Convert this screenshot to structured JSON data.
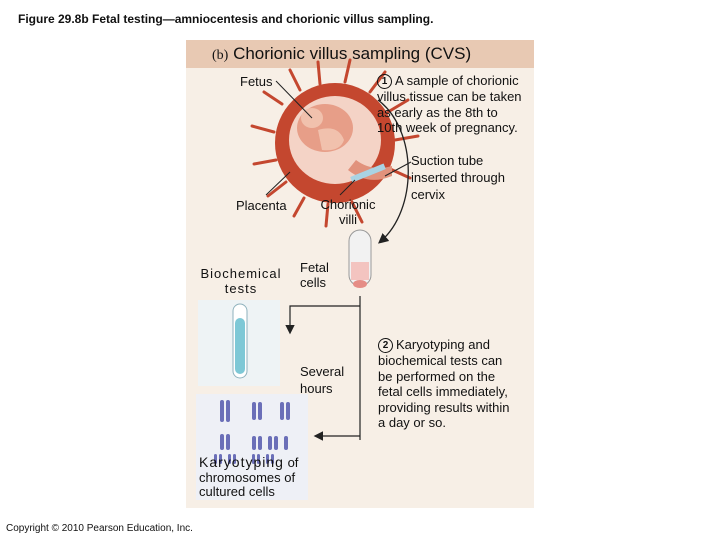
{
  "figure_title": "Figure 29.8b Fetal testing—amniocentesis and chorionic villus sampling.",
  "panel": {
    "tag": "(b)",
    "heading": "Chorionic villus sampling (CVS)"
  },
  "labels": {
    "fetus": "Fetus",
    "placenta": "Placenta",
    "chorionic_villi": "Chorionic villi",
    "suction_tube": "Suction tube inserted through cervix",
    "biochemical_tests": "Biochemical tests",
    "fetal_cells": "Fetal cells",
    "several_hours": "Several hours",
    "karyotyping_word": "Karyotyping",
    "karyotyping_rest": "of chromosomes of cultured cells"
  },
  "steps": [
    {
      "number": "1",
      "text": "A sample of chorionic villus tissue can be taken as early as the 8th to 10th week of pregnancy."
    },
    {
      "number": "2",
      "text": "Karyotyping and biochemical tests can be performed on the fetal cells immediately, providing results within a day or so."
    }
  ],
  "colors": {
    "panel_bg": "#f7efe6",
    "header_band": "#e8c9b3",
    "uterus": "#c4472f",
    "fluid_blue": "#7ec8d6",
    "chromosome": "#6b6fb8"
  },
  "copyright": "Copyright © 2010 Pearson Education, Inc."
}
